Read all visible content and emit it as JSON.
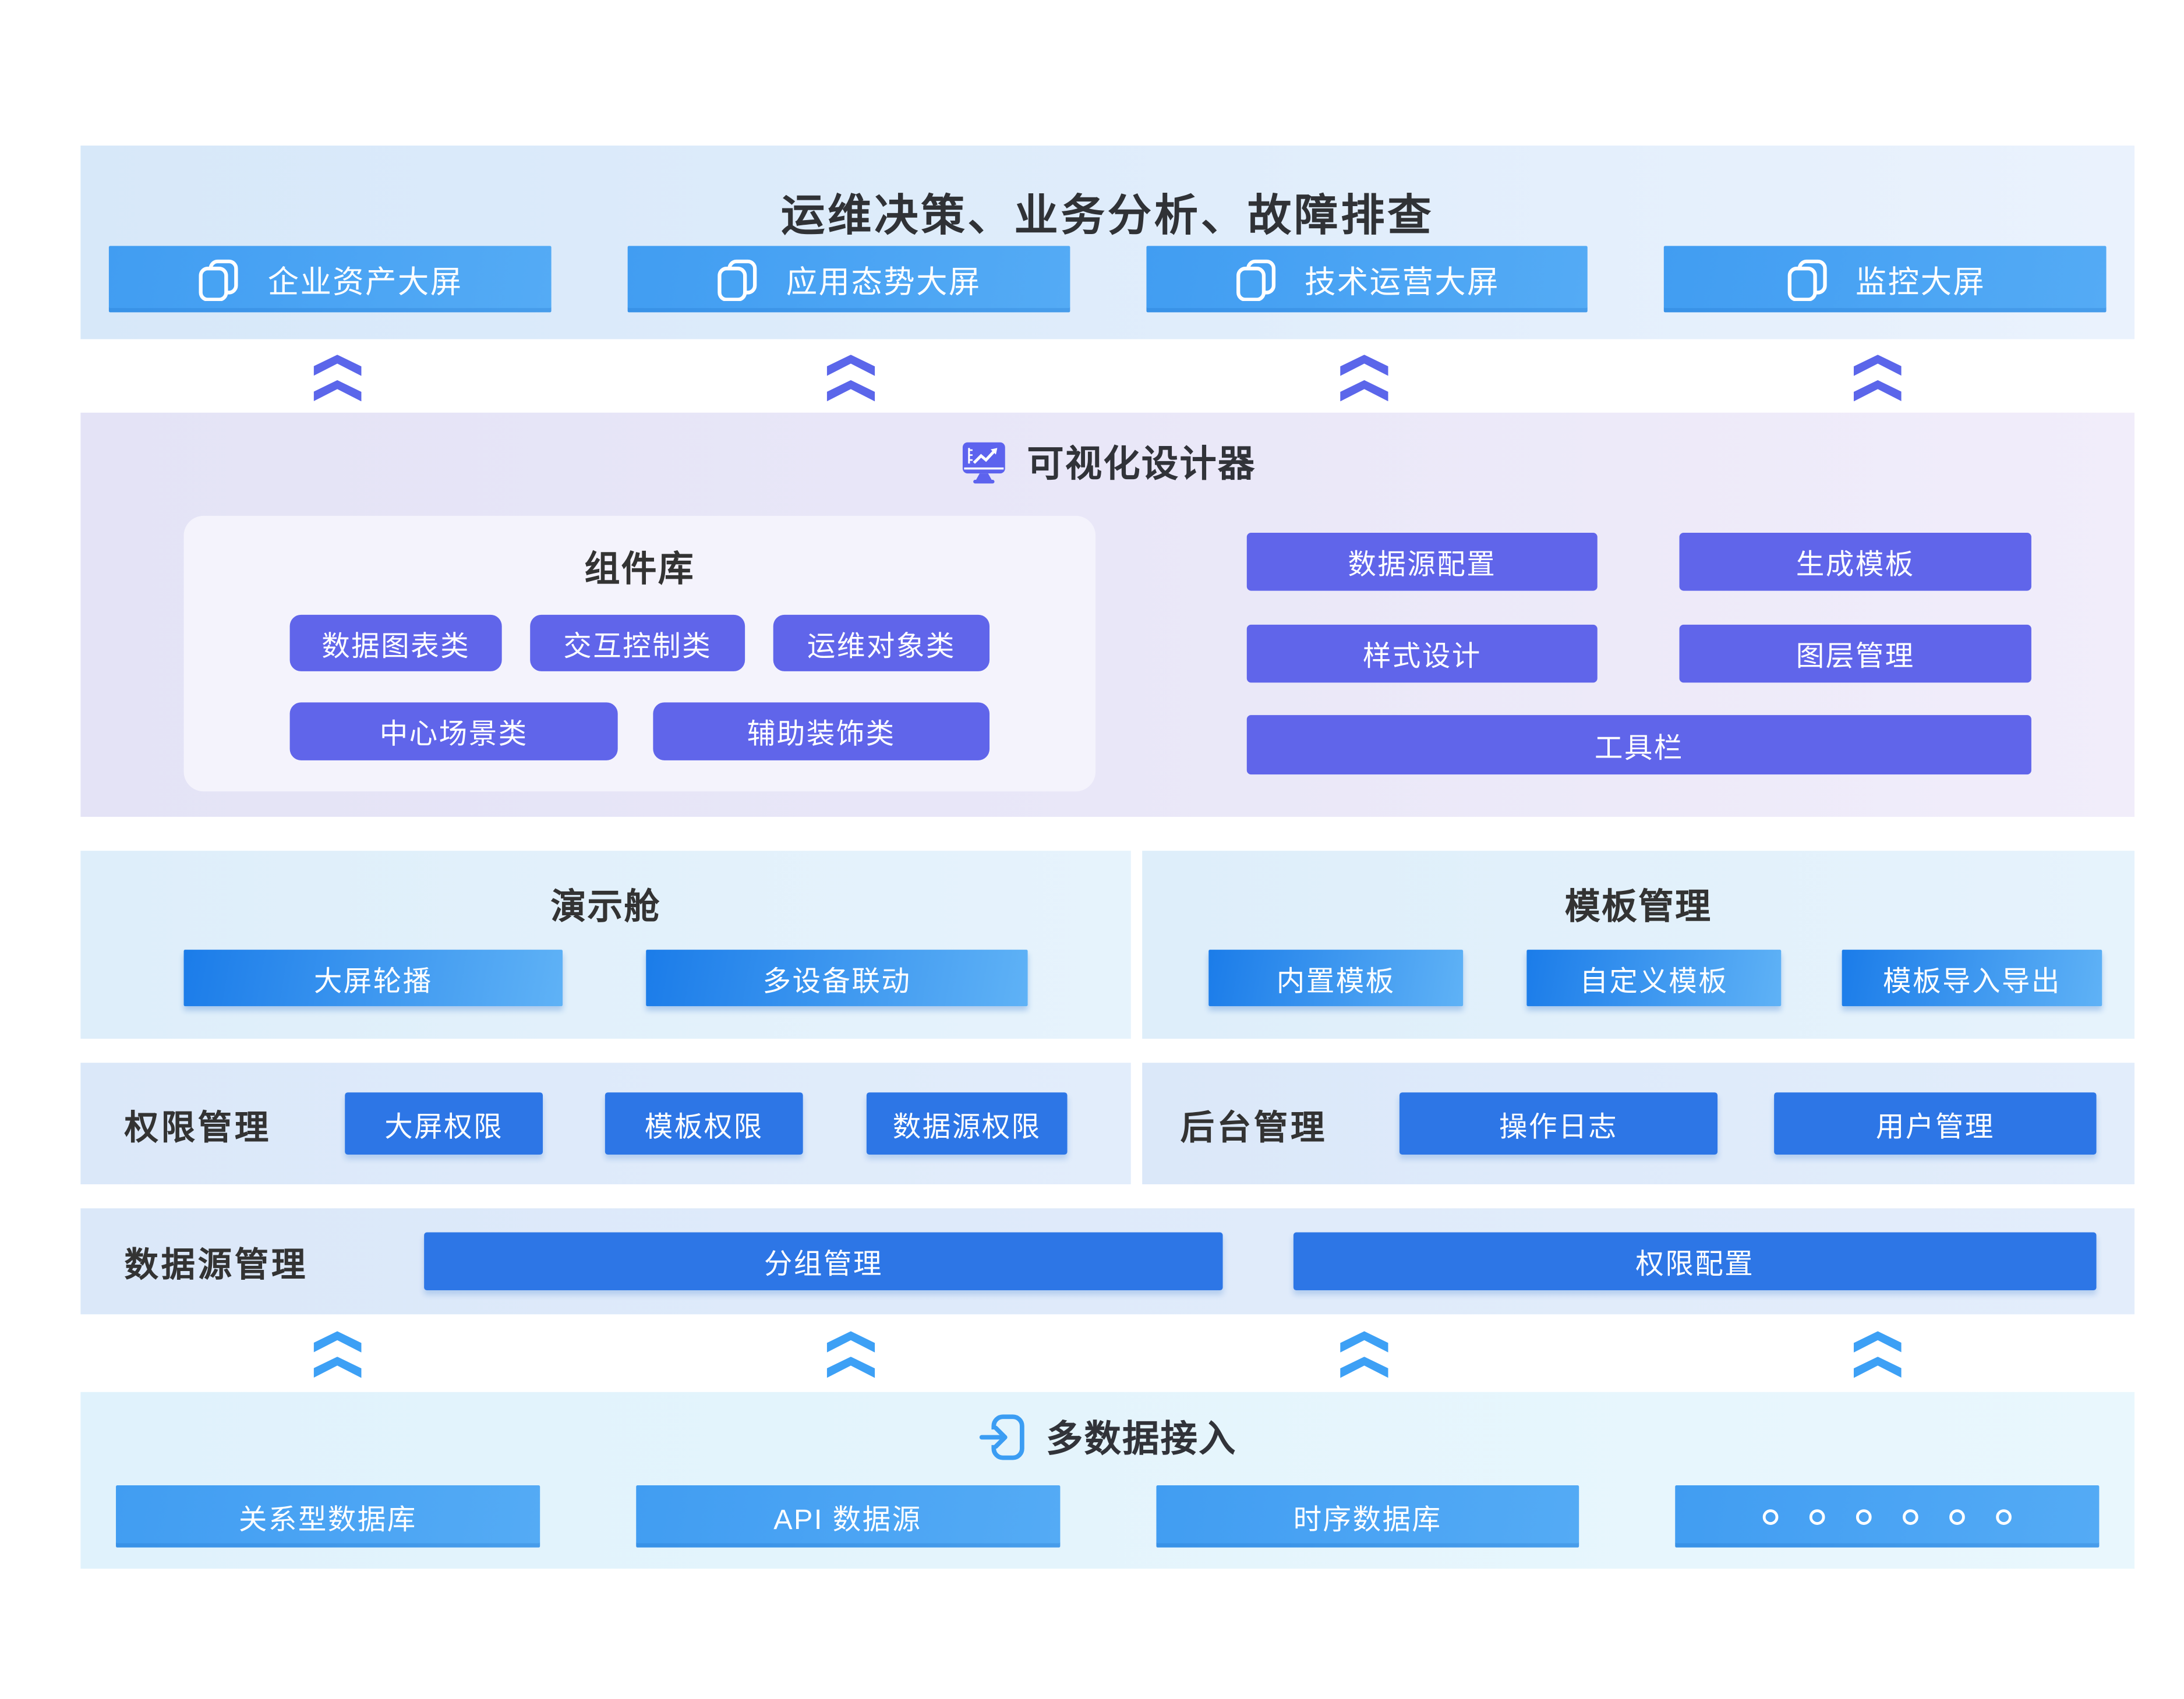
{
  "colors": {
    "indigo": "#6065ea",
    "indigo-chevron": "#5b66ea",
    "blue-chevron": "#3da0f5",
    "btn-lightblue-1": "#419df2",
    "btn-lightblue-2": "#54abf5",
    "btn-gradient-1": "#1b7ce9",
    "btn-gradient-2": "#5fb2f6",
    "btn-solid": "#2d76e6",
    "heading": "#333333"
  },
  "top_section": {
    "title": "运维决策、业务分析、故障排查",
    "buttons": [
      {
        "label": "企业资产大屏",
        "icon": "screens-icon"
      },
      {
        "label": "应用态势大屏",
        "icon": "screens-icon"
      },
      {
        "label": "技术运营大屏",
        "icon": "screens-icon"
      },
      {
        "label": "监控大屏",
        "icon": "screens-icon"
      }
    ]
  },
  "designer": {
    "title": "可视化设计器",
    "icon": "designer-monitor-icon",
    "component_library": {
      "title": "组件库",
      "row1": [
        "数据图表类",
        "交互控制类",
        "运维对象类"
      ],
      "row2": [
        "中心场景类",
        "辅助装饰类"
      ]
    },
    "tools": {
      "row1": [
        "数据源配置",
        "生成模板"
      ],
      "row2": [
        "样式设计",
        "图层管理"
      ],
      "toolbar": "工具栏"
    }
  },
  "demo_cabin": {
    "title": "演示舱",
    "buttons": [
      "大屏轮播",
      "多设备联动"
    ]
  },
  "template_mgmt": {
    "title": "模板管理",
    "buttons": [
      "内置模板",
      "自定义模板",
      "模板导入导出"
    ]
  },
  "permission_mgmt": {
    "label": "权限管理",
    "buttons": [
      "大屏权限",
      "模板权限",
      "数据源权限"
    ]
  },
  "backend_mgmt": {
    "label": "后台管理",
    "buttons": [
      "操作日志",
      "用户管理"
    ]
  },
  "datasource_mgmt": {
    "label": "数据源管理",
    "buttons": [
      "分组管理",
      "权限配置"
    ]
  },
  "data_access": {
    "title": "多数据接入",
    "icon": "import-arrow-icon",
    "buttons": [
      "关系型数据库",
      "API 数据源",
      "时序数据库"
    ],
    "more_dots": 6
  }
}
